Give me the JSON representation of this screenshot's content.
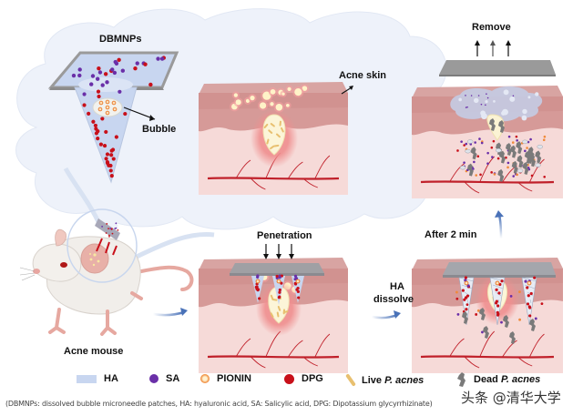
{
  "labels": {
    "dbmnps": "DBMNPs",
    "bubble": "Bubble",
    "acne_skin": "Acne skin",
    "remove": "Remove",
    "acne_mouse": "Acne mouse",
    "penetration": "Penetration",
    "ha_dissolve_line1": "HA",
    "ha_dissolve_line2": "dissolve",
    "after_2_min": "After 2 min"
  },
  "legend": [
    {
      "key": "ha",
      "label": "HA",
      "icon": "light-blue-rectangle",
      "color": "#c8d6f0"
    },
    {
      "key": "sa",
      "label": "SA",
      "icon": "purple-dot",
      "color": "#6a2fa8"
    },
    {
      "key": "pionin",
      "label": "PIONIN",
      "icon": "orange-ring",
      "color": "#f08a3a"
    },
    {
      "key": "dpg",
      "label": "DPG",
      "icon": "red-dot",
      "color": "#c8101a"
    },
    {
      "key": "live",
      "label_prefix": "Live ",
      "label_italic": "P. acnes",
      "icon": "yellow-rod",
      "color": "#e8c070"
    },
    {
      "key": "dead",
      "label_prefix": "Dead ",
      "label_italic": "P. acnes",
      "icon": "gray-fragment",
      "color": "#7a7a7a"
    }
  ],
  "footnote": "(DBMNPs: dissolved bubble microneedle patches, HA: hyaluronic acid, SA: Salicylic acid, DPG: Dipotassium glycyrrhizinate)",
  "watermark": "头条 @清华大学",
  "colors": {
    "cloud": "#eef2fa",
    "patch_gray": "#9a9a9a",
    "needle_blue": "#c8d6f0",
    "skin_top": "#c98d8d",
    "skin_mid": "#d9a3a3",
    "dermis": "#f6d8d6",
    "vessel": "#c0202a",
    "arrow_blue": "#4a72b8"
  }
}
